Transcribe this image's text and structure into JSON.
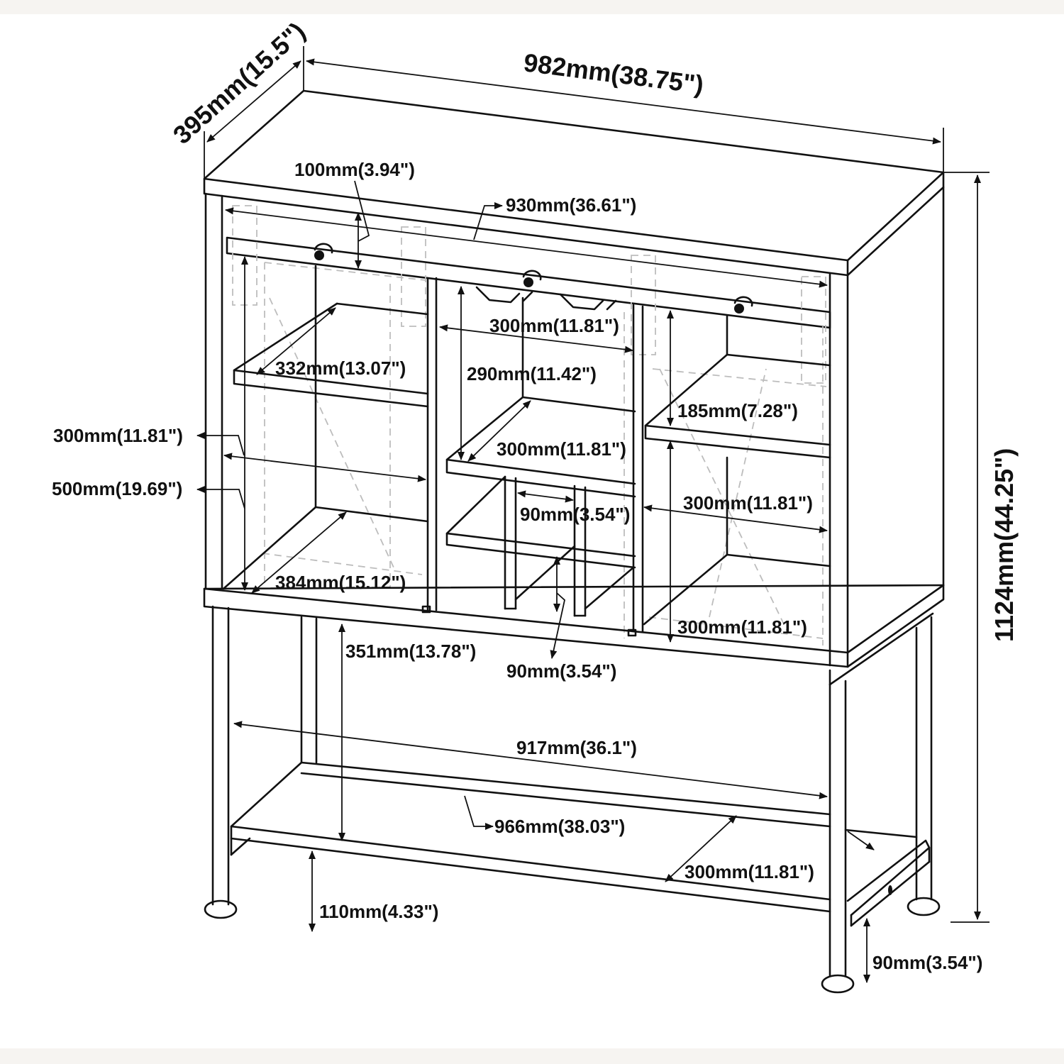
{
  "diagram": {
    "title": "Bar cabinet dimension drawing",
    "colors": {
      "line": "#111111",
      "hidden_line": "#bdbdbd",
      "background": "#ffffff",
      "frame": "#f6f4f1"
    },
    "overall": {
      "depth": "395mm(15.5\")",
      "width": "982mm(38.75\")",
      "height": "1124mm(44.25\")"
    },
    "labels": {
      "rail_height": "100mm(3.94\")",
      "rail_width": "930mm(36.61\")",
      "left_inner_depth": "332mm(13.07\")",
      "center_top_width": "300mm(11.81\")",
      "center_top_height": "290mm(11.42\")",
      "center_shelf_depth": "300mm(11.81\")",
      "right_upper_height": "185mm(7.28\")",
      "left_width": "300mm(11.81\")",
      "left_height": "500mm(19.69\")",
      "wine_slot_width": "90mm(3.54\")",
      "right_width": "300mm(11.81\")",
      "left_bottom_depth": "384mm(15.12\")",
      "right_lower_height": "300mm(11.81\")",
      "leg_clearance": "351mm(13.78\")",
      "wine_slot_height": "90mm(3.54\")",
      "lower_shelf_inner_width": "917mm(36.1\")",
      "lower_shelf_width": "966mm(38.03\")",
      "lower_shelf_depth": "300mm(11.81\")",
      "floor_clearance": "110mm(4.33\")",
      "lip_height": "90mm(3.54\")"
    }
  }
}
